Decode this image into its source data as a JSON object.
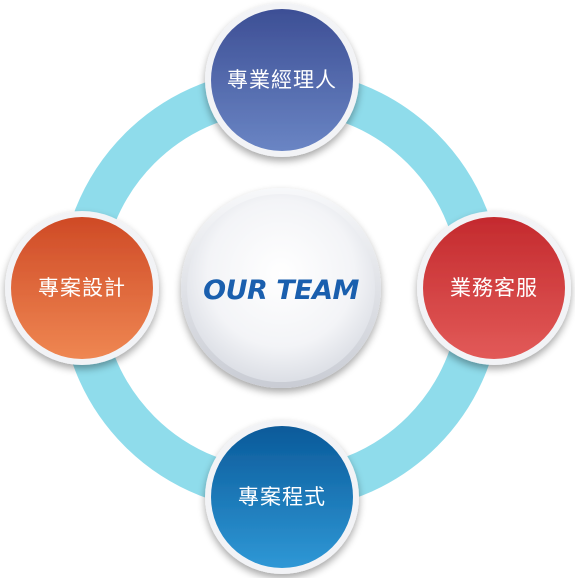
{
  "center": {
    "label": "OUR TEAM",
    "text_color": "#1a5fae"
  },
  "ring": {
    "color": "#8fdceb"
  },
  "nodes": [
    {
      "id": "top",
      "label": "專業經理人",
      "color_top": "#3d4f95",
      "color_bottom": "#6a85c4"
    },
    {
      "id": "right",
      "label": "業務客服",
      "color_top": "#c42a2e",
      "color_bottom": "#e25a58"
    },
    {
      "id": "bottom",
      "label": "專案程式",
      "color_top": "#0a5a9a",
      "color_bottom": "#2f98d6"
    },
    {
      "id": "left",
      "label": "專案設計",
      "color_top": "#cf4a26",
      "color_bottom": "#ef8752"
    }
  ]
}
